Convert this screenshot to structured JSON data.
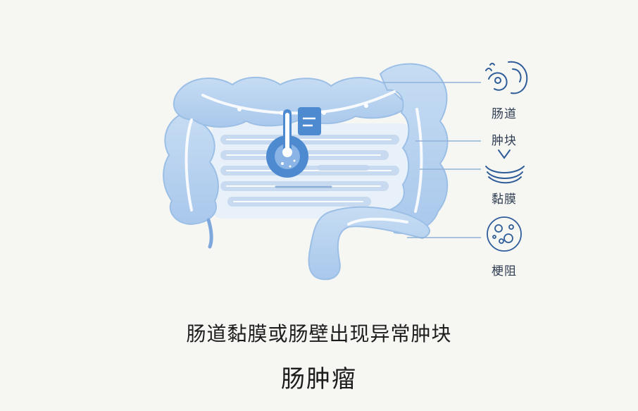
{
  "legend": {
    "intestine": "肠道",
    "tumor": "肿块",
    "mucosa": "黏膜",
    "obstruction": "梗阻"
  },
  "caption": "肠道黏膜或肠壁出现异常肿块",
  "title": "肠肿瘤",
  "colors": {
    "colon_fill": "#b9d3ef",
    "colon_edge": "#8db4e2",
    "tumor": "#4d8ad0",
    "leader_line": "#8fb1d9",
    "icon": "#2f5d99"
  }
}
